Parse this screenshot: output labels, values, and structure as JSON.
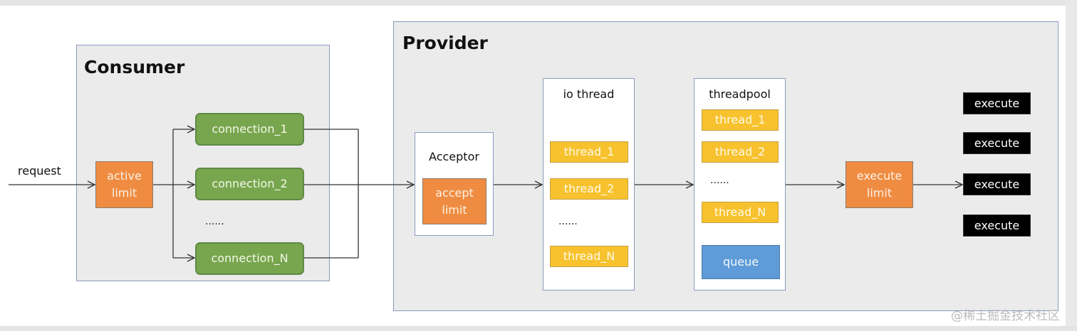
{
  "consumer": {
    "title": "Consumer",
    "request": "request",
    "active_limit": "active\nlimit",
    "connections": [
      "connection_1",
      "connection_2",
      "connection_N"
    ],
    "ellipsis": "......"
  },
  "provider": {
    "title": "Provider",
    "acceptor": {
      "title": "Acceptor",
      "limit": "accept\nlimit"
    },
    "io_thread": {
      "title": "io thread",
      "threads": [
        "thread_1",
        "thread_2",
        "thread_N"
      ],
      "ellipsis": "......"
    },
    "threadpool": {
      "title": "threadpool",
      "threads": [
        "thread_1",
        "thread_2",
        "thread_N"
      ],
      "ellipsis": "......",
      "queue": "queue"
    },
    "execute_limit": "execute\nlimit",
    "executes": [
      "execute",
      "execute",
      "execute",
      "execute"
    ]
  },
  "watermark": "@稀土掘金技术社区",
  "colors": {
    "orange": "#ef8c42",
    "green": "#78a64e",
    "yellow": "#f7c22e",
    "blue": "#5e9bd8",
    "panel": "#ebebeb"
  }
}
